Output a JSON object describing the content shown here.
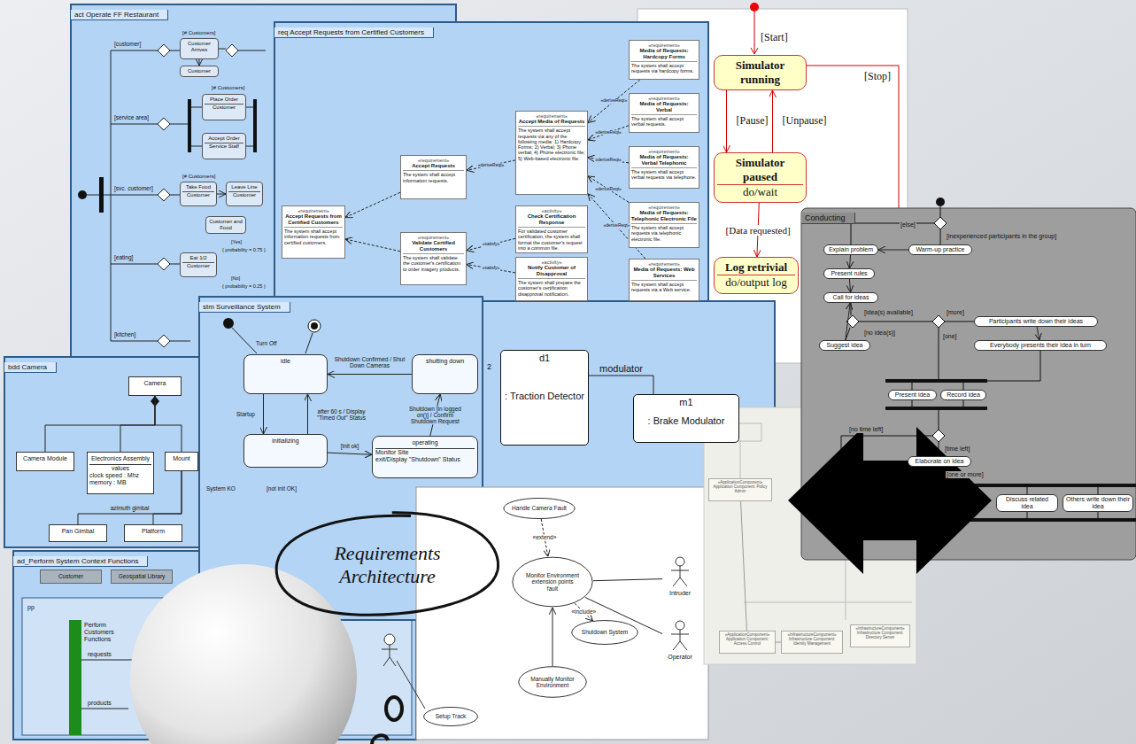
{
  "diagram": {
    "nodes": [
      {
        "text": [
          "act Operate FF Restaurant"
        ]
      },
      {
        "text": [
          "Customer Arrives"
        ],
        "in": 0
      },
      {
        "text": [
          "Customer"
        ],
        "in": 0
      },
      {
        "text": [
          "Place Order",
          "Customer"
        ],
        "in": 0
      },
      {
        "text": [
          "Accept Order",
          "Service Staff"
        ],
        "in": 0
      },
      {
        "text": [
          "Take Food",
          "Customer"
        ],
        "in": 0
      },
      {
        "text": [
          "Leave Line",
          "Customer"
        ],
        "in": 0
      },
      {
        "text": [
          "Customer and Food"
        ],
        "in": 0
      },
      {
        "text": [
          "Eat 1/2",
          "Customer"
        ],
        "in": 0
      },
      {
        "text": [
          "req Accept Requests from Certified Customers"
        ]
      },
      {
        "text": [
          "«requirement»",
          "Accept Requests from Certified Customers",
          "The system shall accept information requests from certified customers."
        ],
        "in": 9
      },
      {
        "text": [
          "«requirement»",
          "Accept Requests",
          "The system shall accept information requests."
        ],
        "in": 9
      },
      {
        "text": [
          "«requirement»",
          "Validate Certified Customers",
          "The system shall validate the customer's certification to order imagery products."
        ],
        "in": 9
      },
      {
        "text": [
          "«requirement»",
          "Accept Media of Requests",
          "The system shall accept requests via any of the following media: 1) Hardcopy Forms; 2) Verbal; 3) Phone verbal; 4) Phone electronic file; 5) Web-based electronic file."
        ],
        "in": 9
      },
      {
        "text": [
          "«activity»",
          "Check Certification Response",
          "For validated customer certification, the system shall format the customer's request into a common file."
        ],
        "in": 9
      },
      {
        "text": [
          "«activity»",
          "Notify Customer of Disapproval",
          "The system shall prepare the customer's certification disapproval notification."
        ],
        "in": 9
      },
      {
        "text": [
          "«requirement»",
          "Media of Requests: Hardcopy Forms",
          "The system shall accept requests via hardcopy forms."
        ],
        "in": 9
      },
      {
        "text": [
          "«requirement»",
          "Media of Requests: Verbal",
          "The system shall accept verbal requests."
        ],
        "in": 9
      },
      {
        "text": [
          "«requirement»",
          "Media of Requests: Verbal Telephonic",
          "The system shall accept verbal requests via telephone."
        ],
        "in": 9
      },
      {
        "text": [
          "«requirement»",
          "Media of Requests: Telephonic Electronic File",
          "The system shall accept requests via telephonic electronic file."
        ],
        "in": 9
      },
      {
        "text": [
          "«requirement»",
          "Media of Requests: Web Services",
          "The system shall accept requests via a Web service."
        ],
        "in": 9
      },
      {
        "text": [
          "Simulator running"
        ]
      },
      {
        "text": [
          "Simulator paused",
          "do/wait"
        ]
      },
      {
        "text": [
          "Log retrivial",
          "do/output log"
        ]
      },
      {
        "text": [
          "Conducting"
        ]
      },
      {
        "text": [
          "Explain problem"
        ],
        "in": 24
      },
      {
        "text": [
          "Warm-up practice"
        ],
        "in": 24
      },
      {
        "text": [
          "Present rules"
        ],
        "in": 24
      },
      {
        "text": [
          "Call for ideas"
        ],
        "in": 24
      },
      {
        "text": [
          "Suggest idea"
        ],
        "in": 24
      },
      {
        "text": [
          "Participants write down their ideas"
        ],
        "in": 24
      },
      {
        "text": [
          "Everybody presents their idea in turn"
        ],
        "in": 24
      },
      {
        "text": [
          "Present idea"
        ],
        "in": 24
      },
      {
        "text": [
          "Record idea"
        ],
        "in": 24
      },
      {
        "text": [
          "Elaborate on idea"
        ],
        "in": 24
      },
      {
        "text": [
          "Discuss related idea"
        ],
        "in": 24
      },
      {
        "text": [
          "Others write down their idea"
        ],
        "in": 24
      },
      {
        "text": [
          "bdd Camera"
        ]
      },
      {
        "text": [
          "Camera"
        ],
        "in": 37
      },
      {
        "text": [
          "Camera Module"
        ],
        "in": 37
      },
      {
        "text": [
          "Electronics Assembly",
          "values",
          "clock speed : Mhz",
          "memory : MB"
        ],
        "in": 37
      },
      {
        "text": [
          "Mount"
        ],
        "in": 37
      },
      {
        "text": [
          "Pan Gimbal"
        ],
        "in": 37
      },
      {
        "text": [
          "Platform"
        ],
        "in": 37
      },
      {
        "text": [
          "stm Surveillance System"
        ]
      },
      {
        "text": [
          "idle"
        ],
        "in": 44
      },
      {
        "text": [
          "shutting down"
        ],
        "in": 44
      },
      {
        "text": [
          "initializing"
        ],
        "in": 44
      },
      {
        "text": [
          "operating",
          "Monitor Site",
          "exit/Display \"Shutdown\" Status"
        ],
        "in": 44
      },
      {
        "text": [
          "d1",
          ": Traction Detector"
        ]
      },
      {
        "text": [
          "m1",
          ": Brake Modulator"
        ]
      },
      {
        "text": [
          "Handle Camera Fault"
        ]
      },
      {
        "text": [
          "Monitor Environment",
          "extension points",
          "fault"
        ]
      },
      {
        "text": [
          "Shutdown System"
        ]
      },
      {
        "text": [
          "Manually Monitor Environment"
        ]
      },
      {
        "text": [
          "Setup Track"
        ]
      },
      {
        "text": [
          "Intruder"
        ]
      },
      {
        "text": [
          "Operator"
        ]
      },
      {
        "text": [
          "ad_Perform System Context Functions"
        ]
      },
      {
        "text": [
          "Customer"
        ],
        "in": 58
      },
      {
        "text": [
          "Geospatial Library"
        ],
        "in": 58
      },
      {
        "text": [
          "Perform Customers Functions"
        ],
        "in": 58
      },
      {
        "text": [
          "«ApplicationComponent»",
          "Application Component: Policy Admin"
        ]
      },
      {
        "text": [
          "«ApplicationComponent»",
          "Application Component: Access Control"
        ]
      },
      {
        "text": [
          "«InfrastructureComponent»",
          "Infrastructure Component: Identity Management"
        ]
      },
      {
        "text": [
          "«InfrastructureComponent»",
          "Infrastructure Component: Directory Server"
        ]
      },
      {
        "text": [
          "Requirements",
          "Architecture"
        ]
      }
    ],
    "edges": [
      {
        "from": 5,
        "to": 6,
        "arrow": "to"
      },
      {
        "from": 1,
        "to": 2,
        "arrow": "to"
      },
      {
        "from": 11,
        "to": 10,
        "arrow": "to"
      },
      {
        "from": 12,
        "to": 10,
        "arrow": "to"
      },
      {
        "from": 13,
        "to": 11,
        "label": "«deriveReqt»",
        "arrow": "to"
      },
      {
        "from": 14,
        "to": 12,
        "label": "«satisfy»",
        "arrow": "to"
      },
      {
        "from": 15,
        "to": 12,
        "label": "«satisfy»",
        "arrow": "to"
      },
      {
        "from": 16,
        "to": 13,
        "label": "«deriveReqt»",
        "arrow": "to"
      },
      {
        "from": 17,
        "to": 13,
        "label": "«deriveReqt»",
        "arrow": "to"
      },
      {
        "from": 18,
        "to": 13,
        "label": "«deriveReqt»",
        "arrow": "to"
      },
      {
        "from": 19,
        "to": 13,
        "label": "«deriveReqt»",
        "arrow": "to"
      },
      {
        "from": 20,
        "to": 13,
        "label": "«deriveReqt»",
        "arrow": "to"
      },
      {
        "from": 21,
        "to": 22,
        "label": "[Pause]",
        "arrow": "to"
      },
      {
        "from": 22,
        "to": 21,
        "label": "[Unpause]",
        "arrow": "to"
      },
      {
        "from": 22,
        "to": 23,
        "label": "[Data requested]",
        "arrow": "to"
      },
      {
        "from": 26,
        "to": 25,
        "arrow": "to"
      },
      {
        "from": 25,
        "to": 27,
        "arrow": "to"
      },
      {
        "from": 27,
        "to": 28,
        "arrow": "to"
      },
      {
        "from": 29,
        "to": 28,
        "arrow": "to"
      },
      {
        "from": 30,
        "to": 31,
        "arrow": "to"
      },
      {
        "from": 38,
        "to": 39,
        "arrow": "none"
      },
      {
        "from": 38,
        "to": 40,
        "arrow": "none"
      },
      {
        "from": 38,
        "to": 41,
        "arrow": "none"
      },
      {
        "from": 41,
        "to": 42,
        "label": "azimuth gimbal",
        "arrow": "none"
      },
      {
        "from": 41,
        "to": 43,
        "arrow": "none"
      },
      {
        "from": 45,
        "to": 47,
        "label": "Startup",
        "arrow": "to"
      },
      {
        "from": 47,
        "to": 45,
        "label": "after 60 s / Display \"Timed Out\" Status",
        "arrow": "to"
      },
      {
        "from": 46,
        "to": 45,
        "label": "Shutdown Confirmed / Shut Down Cameras",
        "arrow": "to"
      },
      {
        "from": 48,
        "to": 46,
        "label": "Shutdown [in logged on()] / Confirm Shutdown Request",
        "arrow": "to"
      },
      {
        "from": 47,
        "to": 48,
        "label": "[init ok]",
        "arrow": "to"
      },
      {
        "from": 49,
        "to": 50,
        "label": "modulator",
        "arrow": "none"
      },
      {
        "from": 51,
        "to": 52,
        "label": "«extend»",
        "arrow": "to"
      },
      {
        "from": 52,
        "to": 53,
        "label": "«include»",
        "arrow": "to"
      },
      {
        "from": 54,
        "to": 52,
        "arrow": "to"
      },
      {
        "from": 52,
        "to": 56,
        "arrow": "none"
      },
      {
        "from": 52,
        "to": 57,
        "arrow": "none"
      },
      {
        "from": 62,
        "to": 63,
        "arrow": "none"
      },
      {
        "from": 63,
        "to": 64,
        "arrow": "none"
      }
    ],
    "labels": [
      "[# Customers]",
      "[# Customers]",
      "[# Customers]",
      "[customer]",
      "[service area]",
      "[svc. customer]",
      "[eating]",
      "[kitchen]",
      "[Yes]",
      "{ probability = 0.75 }",
      "[No]",
      "{ probability = 0.25 }",
      "[Start]",
      "[Stop]",
      "[else]",
      "[inexperienced participants in the group]",
      "[idea(s) available]",
      "[more]",
      "[no idea(s)]",
      "[one]",
      "[no time left]",
      "[time left]",
      "[one or more]",
      "Turn Off",
      "System KO",
      "[not init OK]",
      "2",
      "pp",
      "requests",
      "products"
    ]
  }
}
